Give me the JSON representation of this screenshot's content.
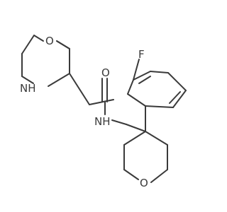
{
  "diagram": {
    "type": "chemical-structure",
    "atoms": [
      {
        "id": "o_ring_top",
        "label": "O"
      },
      {
        "id": "nh_morpholine",
        "label": "NH"
      },
      {
        "id": "o_carbonyl",
        "label": "O"
      },
      {
        "id": "nh_amide",
        "label": "NH"
      },
      {
        "id": "f_substituent",
        "label": "F"
      },
      {
        "id": "o_ring_bottom",
        "label": "O"
      }
    ],
    "colors": {
      "bond": "#3a3a3a",
      "label": "#3a3a3a",
      "background": "#ffffff"
    }
  }
}
